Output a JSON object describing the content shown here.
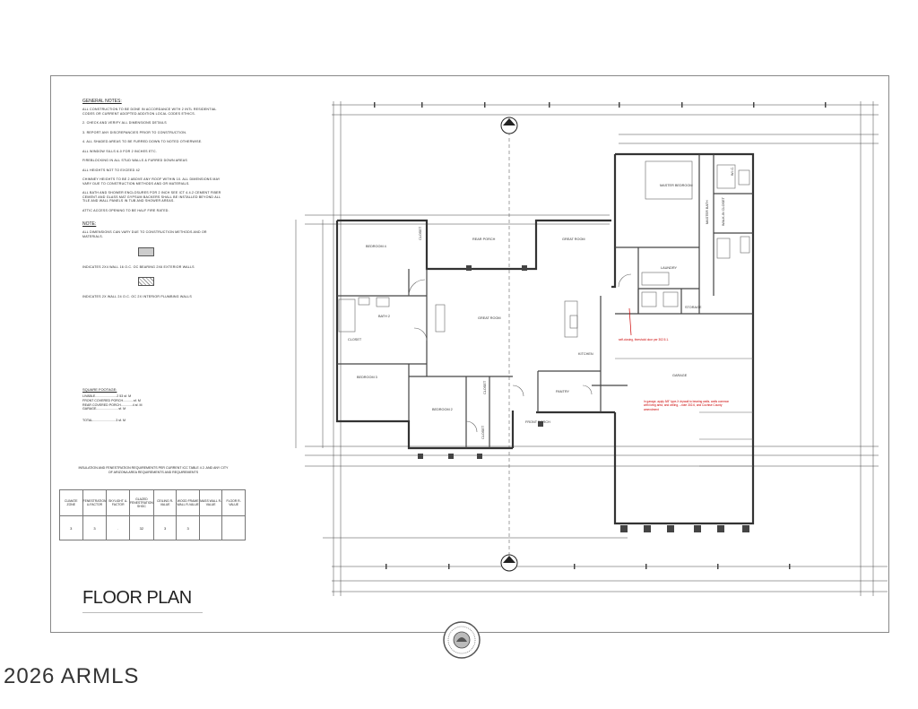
{
  "general_notes": {
    "heading": "GENERAL NOTES:",
    "lines": [
      "ALL CONSTRUCTION TO BE DONE IN ACCORDANCE WITH 2 INTL RESIDENTIAL CODES OR CURRENT ADOPTED ADDITION LOCAL CODES ETHICS.",
      "2. CHECK AND VERIFY ALL DIMENSIONS DETAILS",
      "3. REPORT ANY DISCREPANCIES PRIOR TO CONSTRUCTION.",
      "4. ALL SHADED AREAS TO BE FURRED DOWN TO NOTED OTHERWISE.",
      "ALL WINDOW SILLS 6-0 FOR 2 INCHES ETC.",
      "FIREBLOCKING IN ALL STUD WALLS & FURRED DOWN AREAS",
      "ALL HEIGHTS NOT TO EXCEED 42",
      "CHIMNEY HEIGHTS TO BE 2 ABOVE ANY ROOF WITHIN 10. ALL DIMENSIONS MAY VARY DUE TO CONSTRUCTION METHODS AND OR MATERIALS.",
      "ALL BATH AND SHOWER ENCLOSURES FOR 2 INCH SEE ICT 4.4.2 CEMENT FIBER CEMENT AND GLASS MAT GYPSUM BACKERS SHALL BE INSTALLED BEYOND ALL TILE AND WALL PANELS IN TUB AND SHOWER AREAS.",
      "ATTIC ACCESS OPENING TO BE HALF FIRE RATED."
    ],
    "note_heading": "NOTE:",
    "note_line": "ALL DIMENSIONS CAN VARY DUE TO CONSTRUCTION METHODS AND OR MATERIALS.",
    "legend": [
      "INDICATES 2X4 WALL 16 O.C. OC BEARING 2X6 EXTERIOR WALLS",
      "INDICATES 2X WALL 24 O.C. OC 2X INTERIOR PLUMBING WALLS"
    ]
  },
  "square_footage": {
    "heading": "SQUARE FOOTAGE:",
    "livable": "LIVABLE........................2 53 sf. M",
    "front_porch": "FRONT COVERED PORCH............sf. M",
    "rear_porch": "REAR COVERED PORCH.............4 sf. M",
    "garage": "GARAGE.........................sf. M",
    "total": "TOTAL..........................3 sf. M"
  },
  "insulation": {
    "heading": "INSULATION AND FENESTRATION REQUIREMENTS PER CURRENT ICC TABLE 4 2. AND ANY CITY OF ARIZONA AREA REQUIREMENTS AND REQUIREMENTS",
    "headers": [
      "CLIMATE ZONE",
      "FENESTRATION U-FACTOR",
      "SKYLIGHT U-FACTOR",
      "GLAZED FENESTRATION SHGC",
      "CEILING R-VALUE",
      "WOOD FRAME WALL R-VALUE",
      "MASS WALL R-VALUE",
      "FLOOR R-VALUE"
    ],
    "values": [
      "3",
      "3",
      ".",
      "32",
      "3",
      "3",
      "",
      ""
    ]
  },
  "rooms": {
    "bedroom4": "BEDROOM 4",
    "rear_porch": "REAR PORCH",
    "great_room_top": "GREAT ROOM",
    "master_bedroom": "MASTER BEDROOM",
    "laundry": "LAUNDRY",
    "bath2": "BATH 2",
    "closet_a": "CLOSET",
    "closet_b": "CLOSET",
    "closet_c": "CLOSET",
    "closet_d": "CLOSET",
    "great_room": "GREAT ROOM",
    "kitchen": "KITCHEN",
    "bedroom3": "BEDROOM 3",
    "bedroom2": "BEDROOM 2",
    "pantry": "PANTRY",
    "front_porch": "FRONT PORCH",
    "garage": "GARAGE",
    "storage": "STORAGE",
    "walk_in": "WALK-IN CLOSET",
    "master_bath": "MASTER BATH",
    "wic": "W.I.C."
  },
  "red_notes": {
    "door_note": "self-closing, threshold door per 302.5.1.",
    "garage_note": "In garage, apply 5/8\" type-X drywall to bearing walls, walls common with living area, and ceiling, --note 302.6, and Cochise County amendment"
  },
  "title": "FLOOR PLAN",
  "copyright": "2026 ARMLS",
  "seal_icon": "county-seal-icon"
}
